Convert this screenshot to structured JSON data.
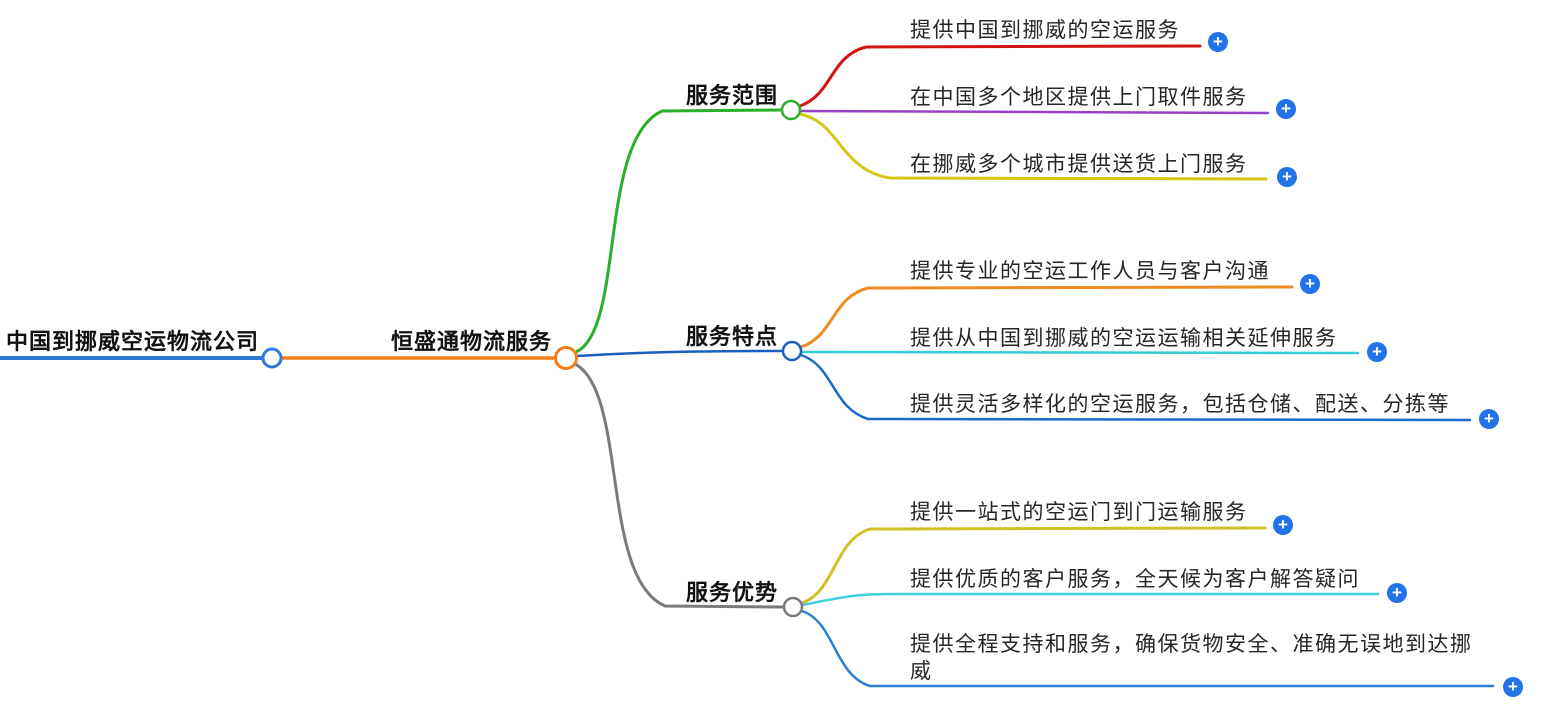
{
  "root": {
    "label": "中国到挪威空运物流公司",
    "color": "#2e7ad6"
  },
  "hub": {
    "label": "恒盛通物流服务",
    "color": "#f57c1a"
  },
  "branches": [
    {
      "label": "服务范围",
      "color": "#28b028",
      "leaves": [
        {
          "text": "提供中国到挪威的空运服务",
          "color": "#d41414"
        },
        {
          "text": "在中国多个地区提供上门取件服务",
          "color": "#9642c8"
        },
        {
          "text": "在挪威多个城市提供送货上门服务",
          "color": "#d4c613"
        }
      ]
    },
    {
      "label": "服务特点",
      "color": "#1a5fc0",
      "leaves": [
        {
          "text": "提供专业的空运工作人员与客户沟通",
          "color": "#ef8b20"
        },
        {
          "text": "提供从中国到挪威的空运运输相关延伸服务",
          "color": "#35cdd3"
        },
        {
          "text": "提供灵活多样化的空运服务，包括仓储、配送、分拣等",
          "color": "#1b6ac9"
        }
      ]
    },
    {
      "label": "服务优势",
      "color": "#7a7a7a",
      "leaves": [
        {
          "text": "提供一站式的空运门到门运输服务",
          "color": "#cfc225"
        },
        {
          "text": "提供优质的客户服务，全天候为客户解答疑问",
          "color": "#3bcfe0"
        },
        {
          "text": "提供全程支持和服务，确保货物安全、准确无误地到达挪威",
          "color": "#2b7fd4"
        }
      ]
    }
  ],
  "icons": {
    "plus": "+"
  },
  "connector_fill": "#ffffff"
}
